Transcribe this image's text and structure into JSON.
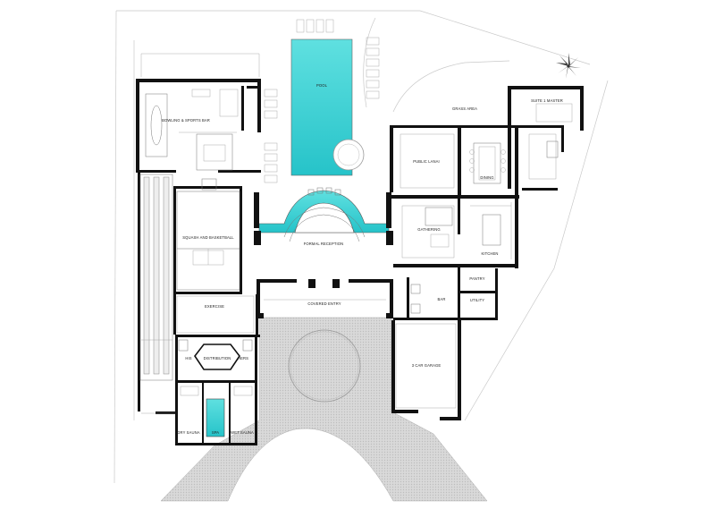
{
  "labels": {
    "pool": "POOL",
    "bowling": "BOWLING & SPORTS BAR",
    "squash": "SQUASH AND BASKETBALL",
    "exercise": "EXERCISE",
    "distribution": "DISTRIBUTION",
    "his": "HIS",
    "hers": "HERS",
    "dry_sauna": "DRY SAUNA",
    "spa": "SPA",
    "wet_sauna": "WET SAUNA",
    "formal_reception": "FORMAL RECEPTION",
    "covered_entry": "COVERED ENTRY",
    "public_lanai": "PUBLIC LANAI",
    "dining": "DINING",
    "gathering": "GATHERING",
    "kitchen": "KITCHEN",
    "grass_area": "GRASS AREA",
    "suite_master": "SUITE 1 MASTER",
    "pantry": "PANTRY",
    "utility": "UTILITY",
    "bar": "BAR",
    "garage": "3 CAR GARAGE"
  },
  "colors": {
    "water": "#3fcfcf",
    "wall": "#111111",
    "paving": "#d4d4d4"
  },
  "icons": {
    "palm": "palm-tree-icon"
  }
}
